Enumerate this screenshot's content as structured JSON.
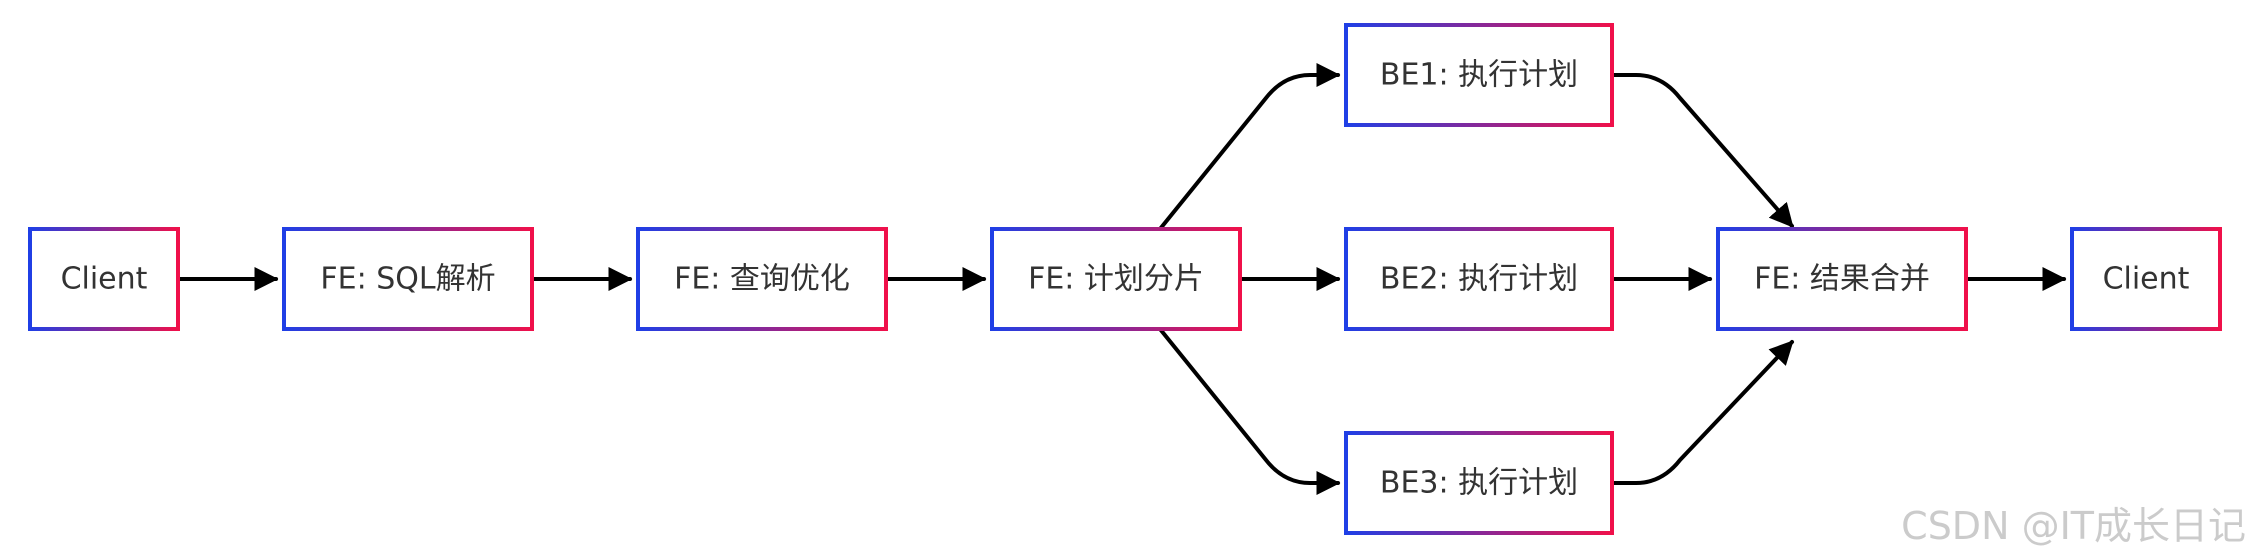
{
  "diagram": {
    "nodes": {
      "client_in": "Client",
      "fe_parse": "FE: SQL解析",
      "fe_optimize": "FE: 查询优化",
      "fe_split": "FE: 计划分片",
      "be1": "BE1: 执行计划",
      "be2": "BE2: 执行计划",
      "be3": "BE3: 执行计划",
      "fe_merge": "FE: 结果合并",
      "client_out": "Client"
    },
    "colors": {
      "border_start": "#1f3fe6",
      "border_end": "#f0104a",
      "arrow": "#000000",
      "text": "#333333"
    }
  },
  "watermark": "CSDN @IT成长日记"
}
